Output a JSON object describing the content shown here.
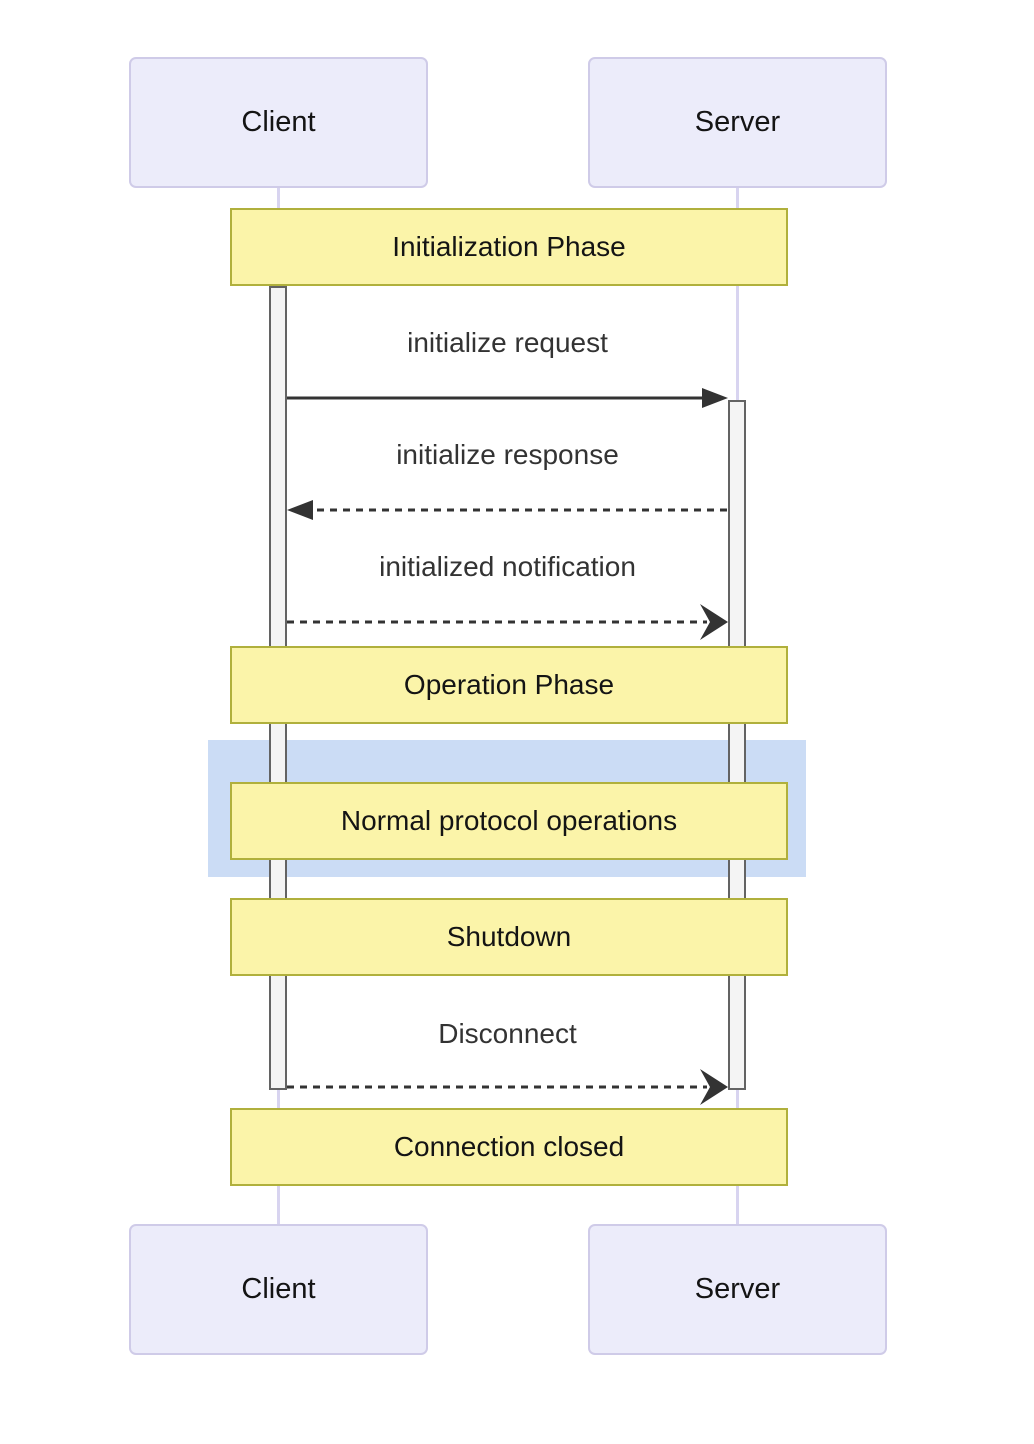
{
  "diagram": {
    "type": "sequence",
    "actors": [
      {
        "id": "client",
        "label": "Client"
      },
      {
        "id": "server",
        "label": "Server"
      }
    ],
    "notes": [
      {
        "label": "Initialization Phase"
      },
      {
        "label": "Operation Phase"
      },
      {
        "label": "Normal protocol operations"
      },
      {
        "label": "Shutdown"
      },
      {
        "label": "Connection closed"
      }
    ],
    "messages": [
      {
        "label": "initialize request",
        "from": "client",
        "to": "server",
        "line": "solid",
        "arrowhead": "filled"
      },
      {
        "label": "initialize response",
        "from": "server",
        "to": "client",
        "line": "dashed",
        "arrowhead": "filled"
      },
      {
        "label": "initialized notification",
        "from": "client",
        "to": "server",
        "line": "dashed",
        "arrowhead": "open"
      },
      {
        "label": "Disconnect",
        "from": "client",
        "to": "server",
        "line": "dashed",
        "arrowhead": "open"
      }
    ],
    "colors": {
      "actor_fill": "#ececfa",
      "actor_border": "#cfcbe8",
      "note_fill": "#fbf4a9",
      "note_border": "#b0b03c",
      "highlight_fill": "#cbdcf5",
      "activation_fill": "#f4f4f4",
      "activation_border": "#636363",
      "lifeline": "#d8d4f0",
      "arrow": "#333333",
      "message_text": "#333333",
      "label_text": "#141414"
    }
  }
}
